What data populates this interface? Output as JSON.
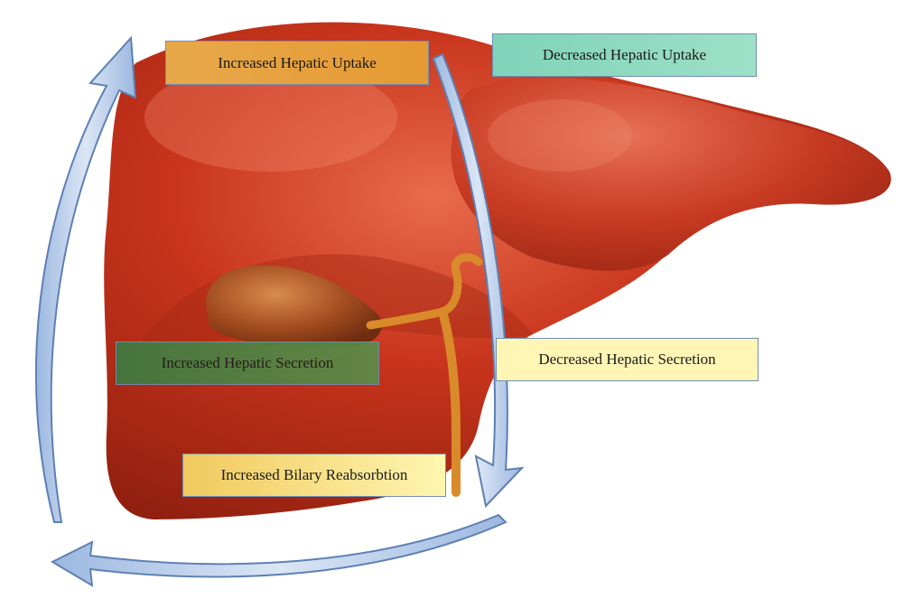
{
  "diagram": {
    "labels": {
      "increased_hepatic_uptake": "Increased Hepatic Uptake",
      "decreased_hepatic_uptake": "Decreased Hepatic Uptake",
      "increased_hepatic_secretion": "Increased Hepatic Secretion",
      "decreased_hepatic_secretion": "Decreased Hepatic Secretion",
      "increased_biliary_reabsorption": "Increased Bilary Reabsorbtion"
    },
    "colors": {
      "liver": "#c8341c",
      "liver_shadow": "#8f1f0f",
      "liver_highlight": "#e36a4c",
      "gallbladder": "#a04a1e",
      "bile_duct": "#d98a2a",
      "arrow_fill": "#b8cce8",
      "arrow_stroke": "#5e80b4",
      "uptake_increase": "#e59a33",
      "uptake_decrease": "#8fdac0",
      "secretion_increase": "#4b8244",
      "secretion_decrease": "#fff6b5",
      "reabsorption_increase": "#f5dc85"
    },
    "icons": {
      "organ": "liver-illustration-icon",
      "arrow_right_side": "curved-arrow-down-icon",
      "arrow_bottom": "curved-arrow-left-icon",
      "arrow_left_side": "curved-arrow-up-icon"
    }
  }
}
